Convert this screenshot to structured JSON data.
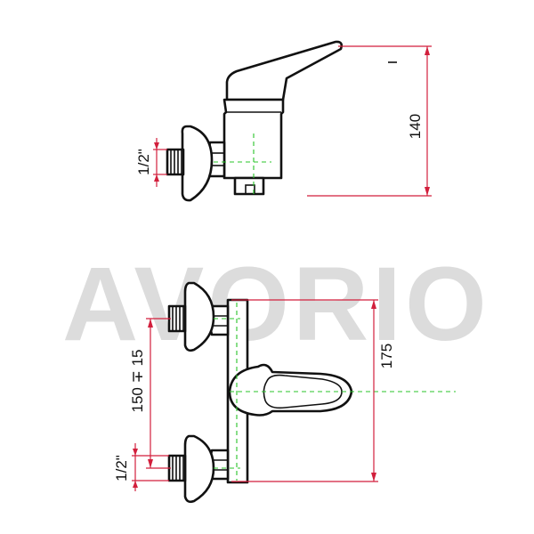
{
  "watermark": {
    "text": "AVORIO"
  },
  "side_view": {
    "height_label": "140",
    "thread_label": "1/2\""
  },
  "front_view": {
    "height_label": "175",
    "spacing_label": "150 ∓ 15",
    "thread_label": "1/2\""
  },
  "colors": {
    "outline": "#111111",
    "dimension": "#d21f3c",
    "centerline": "#28c428",
    "watermark": "#dcdcdc"
  }
}
